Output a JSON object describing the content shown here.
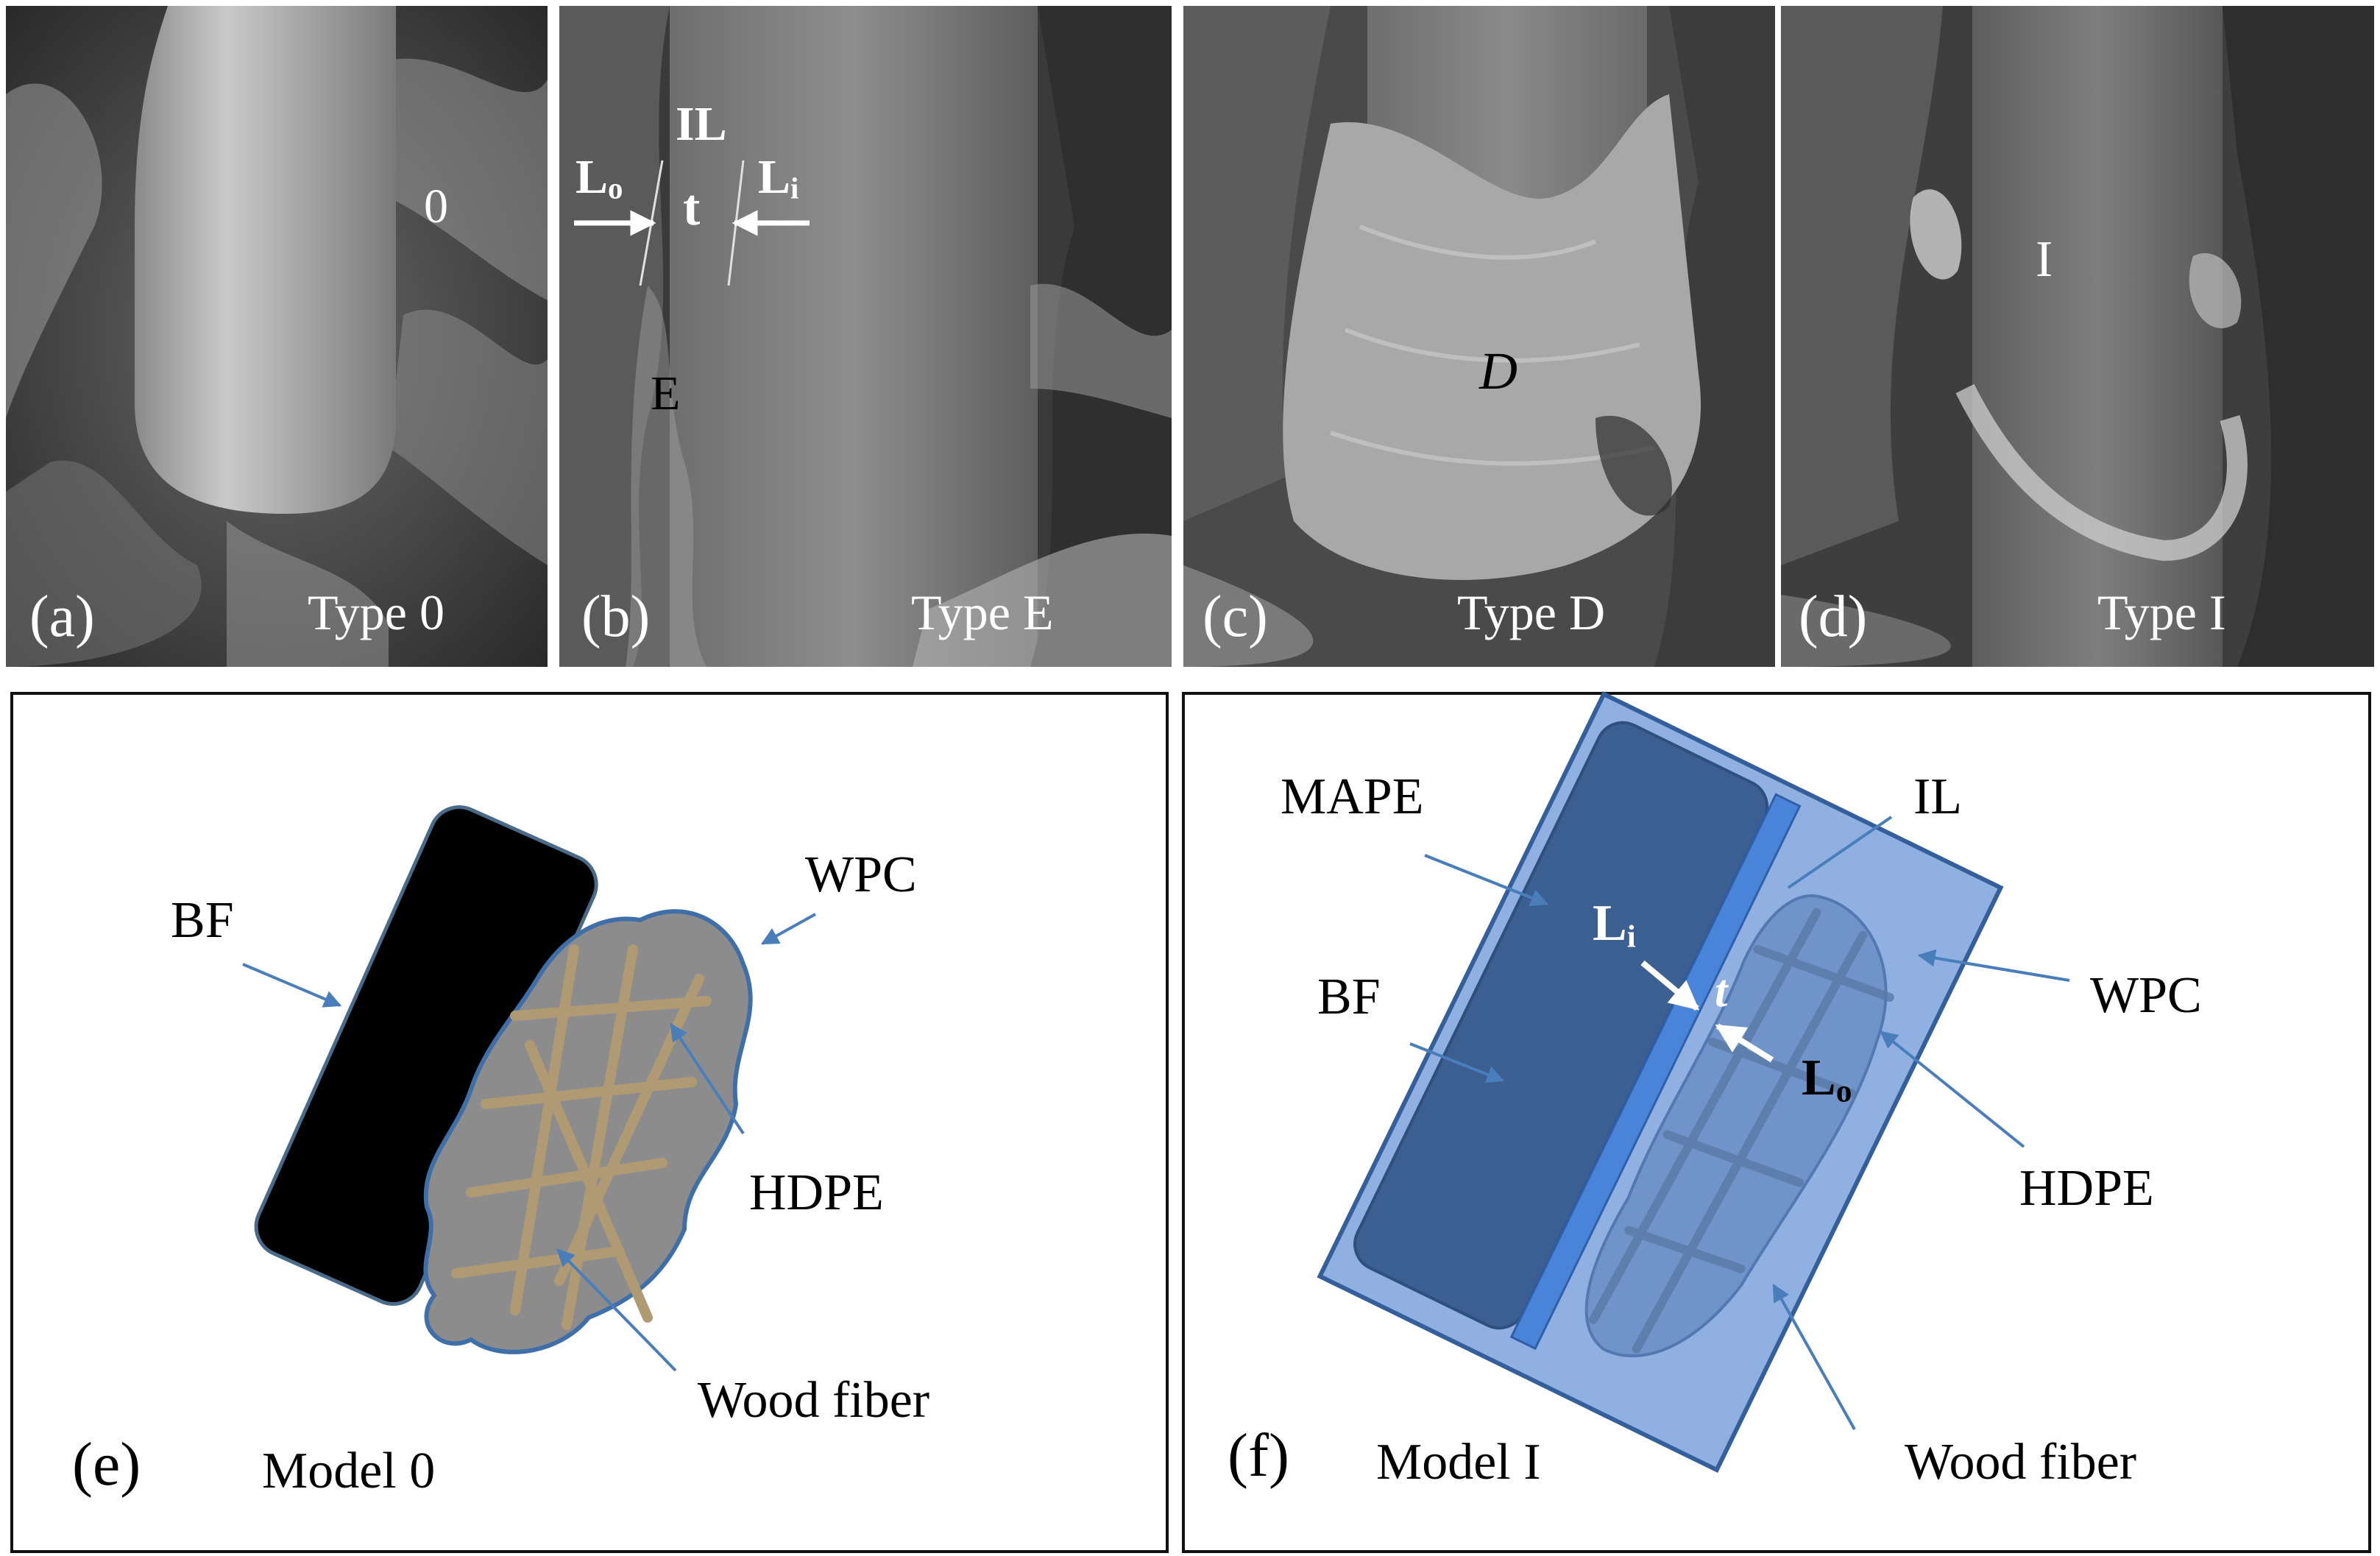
{
  "panels": {
    "a": {
      "letter": "(a)",
      "type": "Type 0",
      "mark": "0"
    },
    "b": {
      "letter": "(b)",
      "type": "Type E",
      "mark": "E",
      "il": "IL",
      "t": "t",
      "lo_main": "L",
      "lo_sub": "o",
      "li_main": "L",
      "li_sub": "i"
    },
    "c": {
      "letter": "(c)",
      "type": "Type D",
      "mark": "D"
    },
    "d": {
      "letter": "(d)",
      "type": "Type I",
      "mark": "I"
    },
    "e": {
      "letter": "(e)",
      "model": "Model 0",
      "bf": "BF",
      "wpc": "WPC",
      "hdpe": "HDPE",
      "wood": "Wood fiber"
    },
    "f": {
      "letter": "(f)",
      "model": "Model I",
      "mape": "MAPE",
      "il": "IL",
      "bf": "BF",
      "wpc": "WPC",
      "hdpe": "HDPE",
      "wood": "Wood fiber",
      "t": "t",
      "li_main": "L",
      "li_sub": "i",
      "lo_main": "L",
      "lo_sub": "o"
    }
  },
  "colors": {
    "arrow_blue": "#4a7ebb",
    "bf_black": "#000000",
    "wpc_gray": "#8c8c8c",
    "wood_tan": "#b09a74",
    "mape_blue": "#8fb0e0",
    "bf_blue": "#3b5f91",
    "il_blue": "#4a84d8"
  }
}
